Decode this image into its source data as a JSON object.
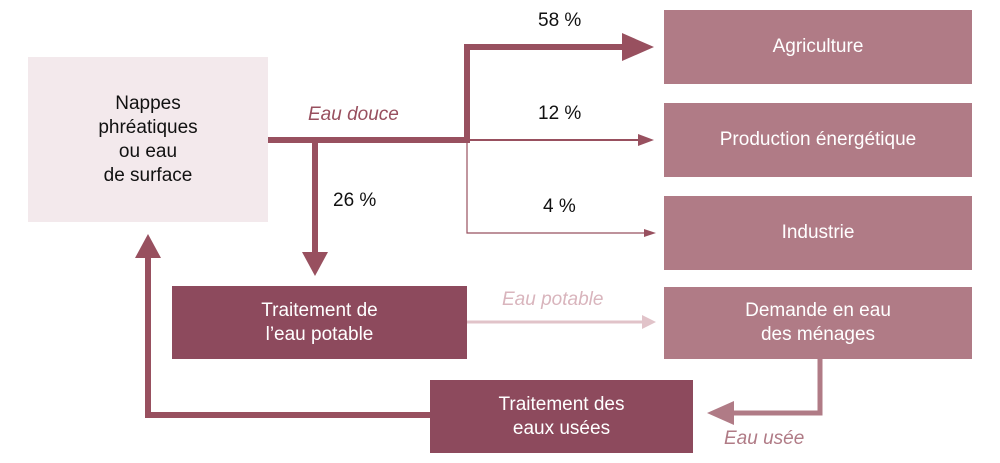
{
  "colors": {
    "source_fill": "#f3e9ec",
    "outlet_fill": "#b07b86",
    "process_fill": "#8d4a5d",
    "main_flow": "#98505f",
    "light_flow": "#e1c3c9",
    "used_flow": "#b07b86"
  },
  "nodes": {
    "source": "Nappes\nphréatiques\nou eau\nde surface",
    "agriculture": "Agriculture",
    "energy": "Production énergétique",
    "industry": "Industrie",
    "treatment_potable": "Traitement de\nl’eau potable",
    "households": "Demande en eau\ndes ménages",
    "wastewater": "Traitement des\neaux usées"
  },
  "flows": {
    "fresh_water": "Eau douce",
    "potable_water": "Eau potable",
    "used_water": "Eau usée"
  },
  "percentages": {
    "agriculture": "58 %",
    "energy": "12 %",
    "industry": "4 %",
    "treatment": "26 %"
  }
}
